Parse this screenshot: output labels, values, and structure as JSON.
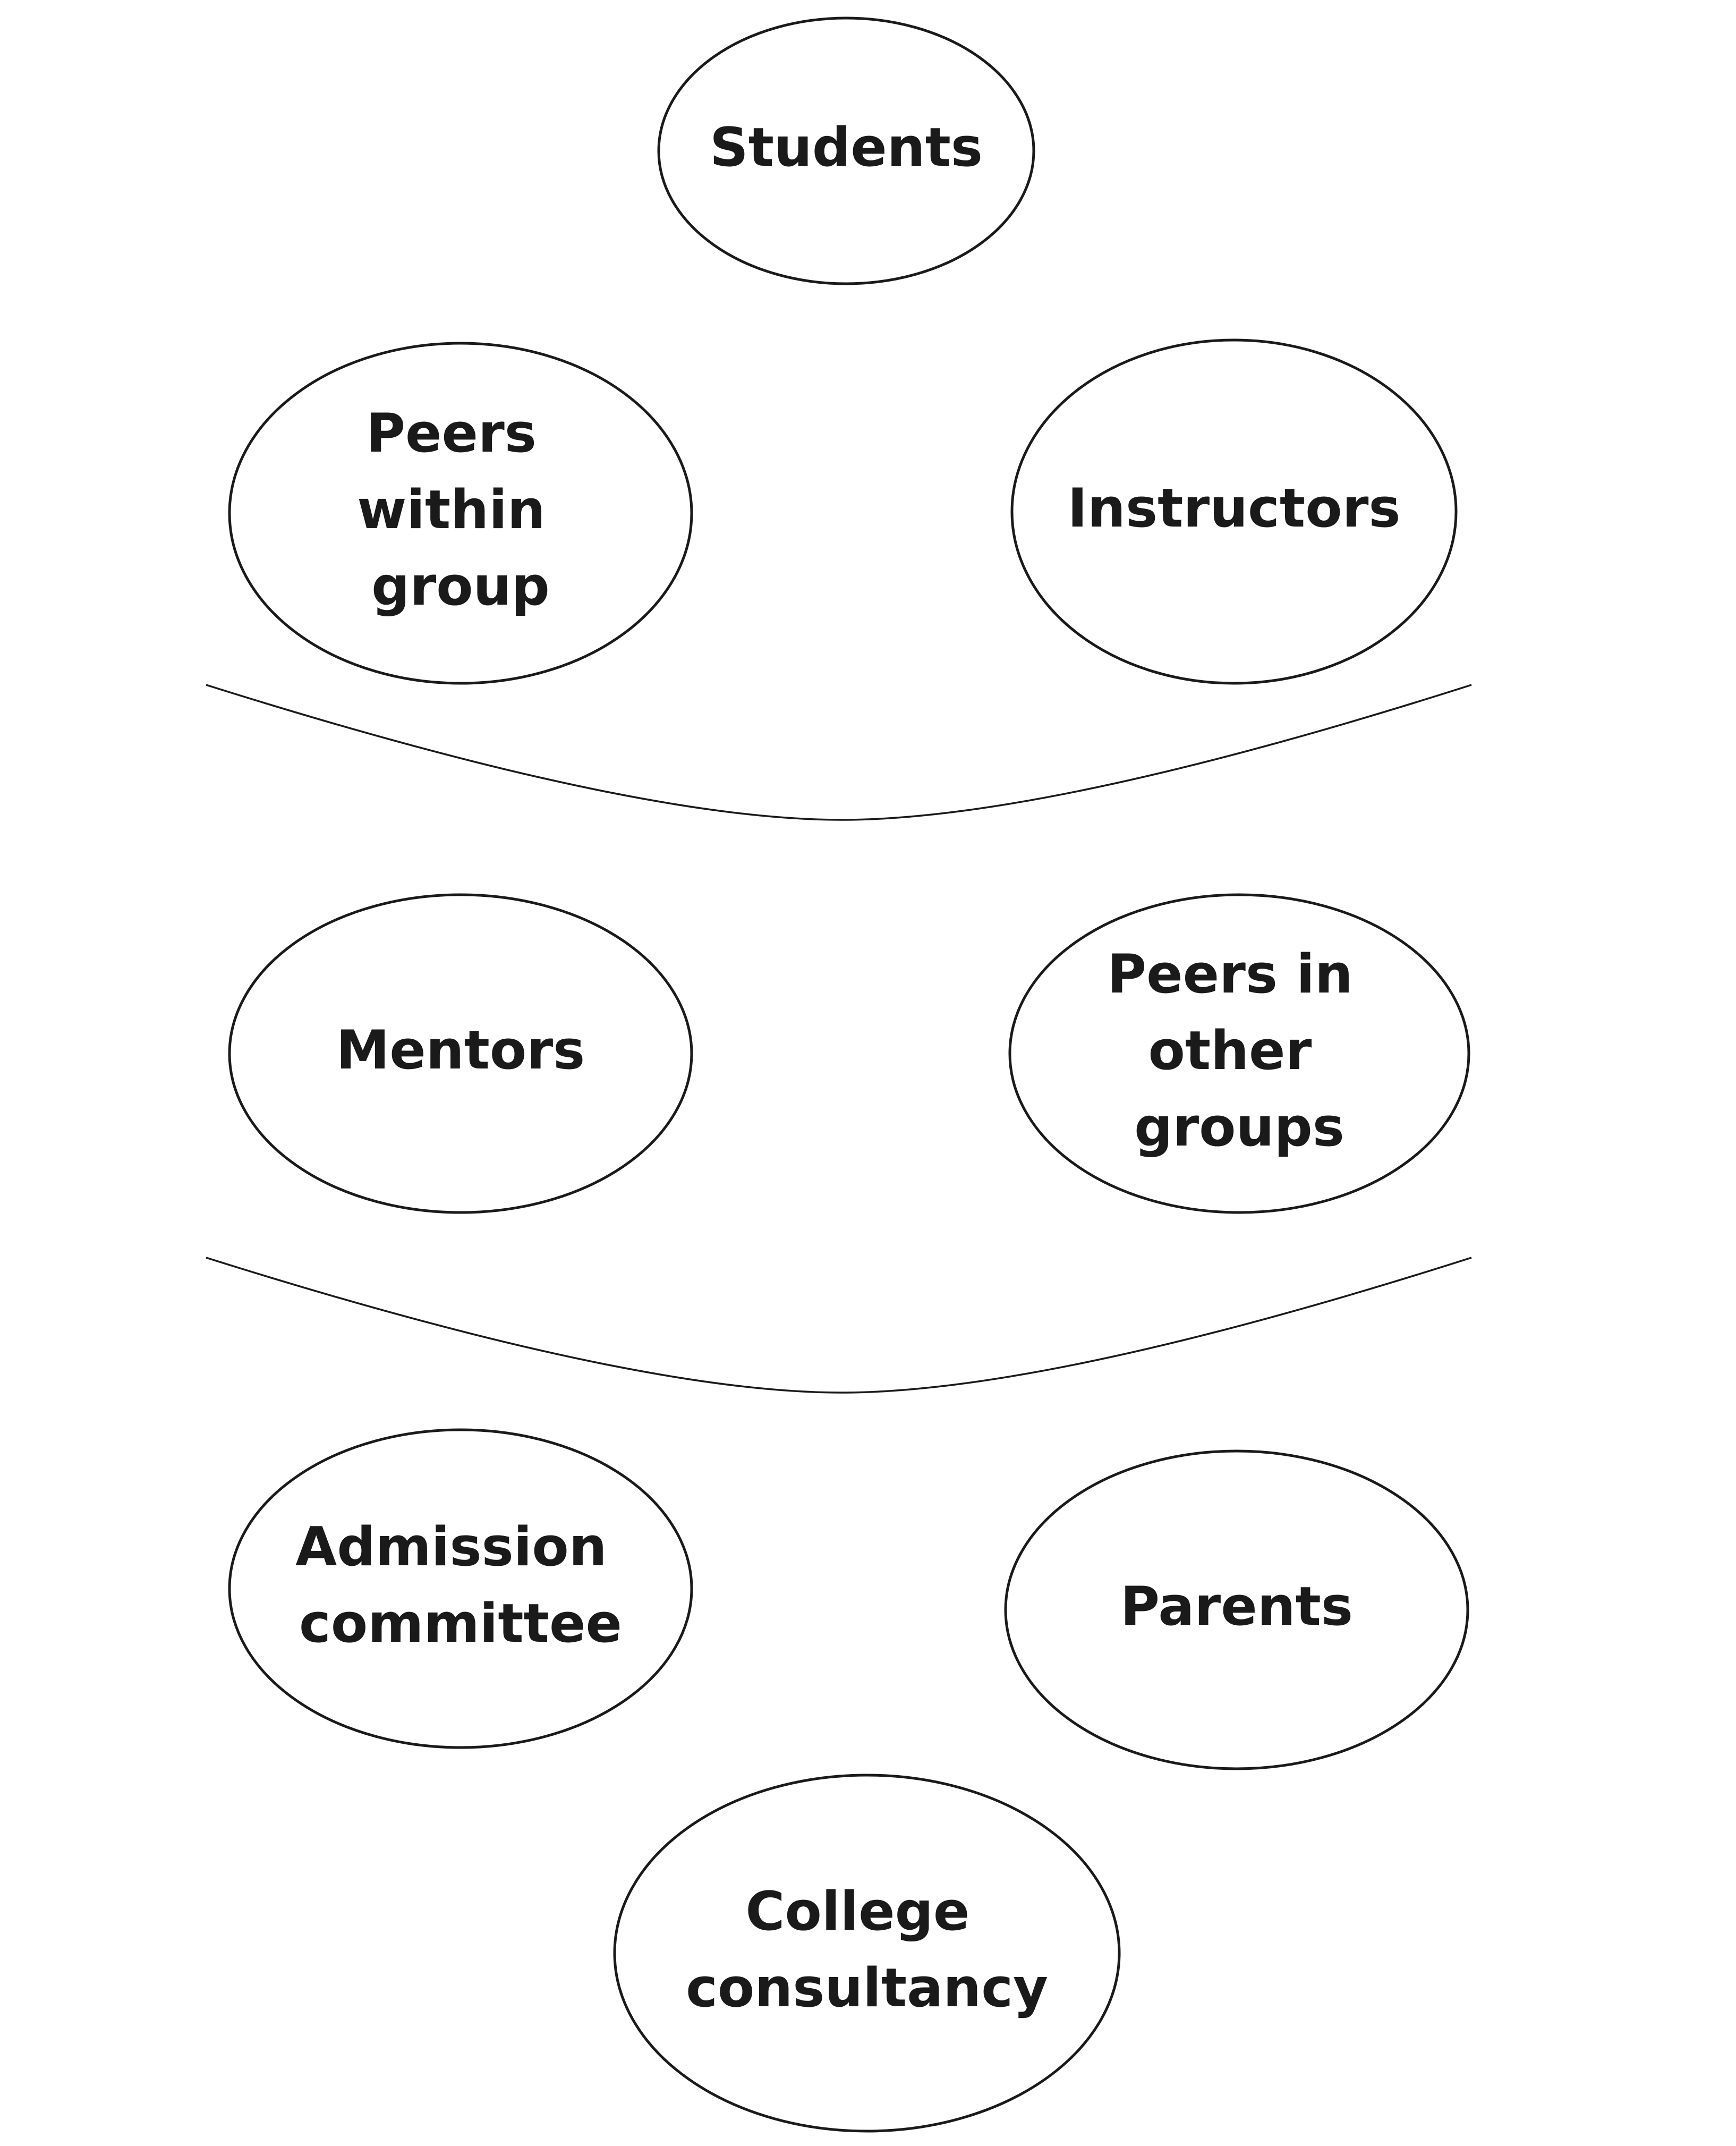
{
  "nodes": {
    "students": {
      "lines": [
        "Students"
      ]
    },
    "peers_within_group": {
      "lines": [
        "Peers",
        "within",
        "group"
      ]
    },
    "instructors": {
      "lines": [
        "Instructors"
      ]
    },
    "mentors": {
      "lines": [
        "Mentors"
      ]
    },
    "peers_other_groups": {
      "lines": [
        "Peers in",
        "other",
        "groups"
      ]
    },
    "admission_committee": {
      "lines": [
        "Admission",
        "committee"
      ]
    },
    "parents": {
      "lines": [
        "Parents"
      ]
    },
    "college_consultancy": {
      "lines": [
        "College",
        "consultancy"
      ]
    }
  }
}
